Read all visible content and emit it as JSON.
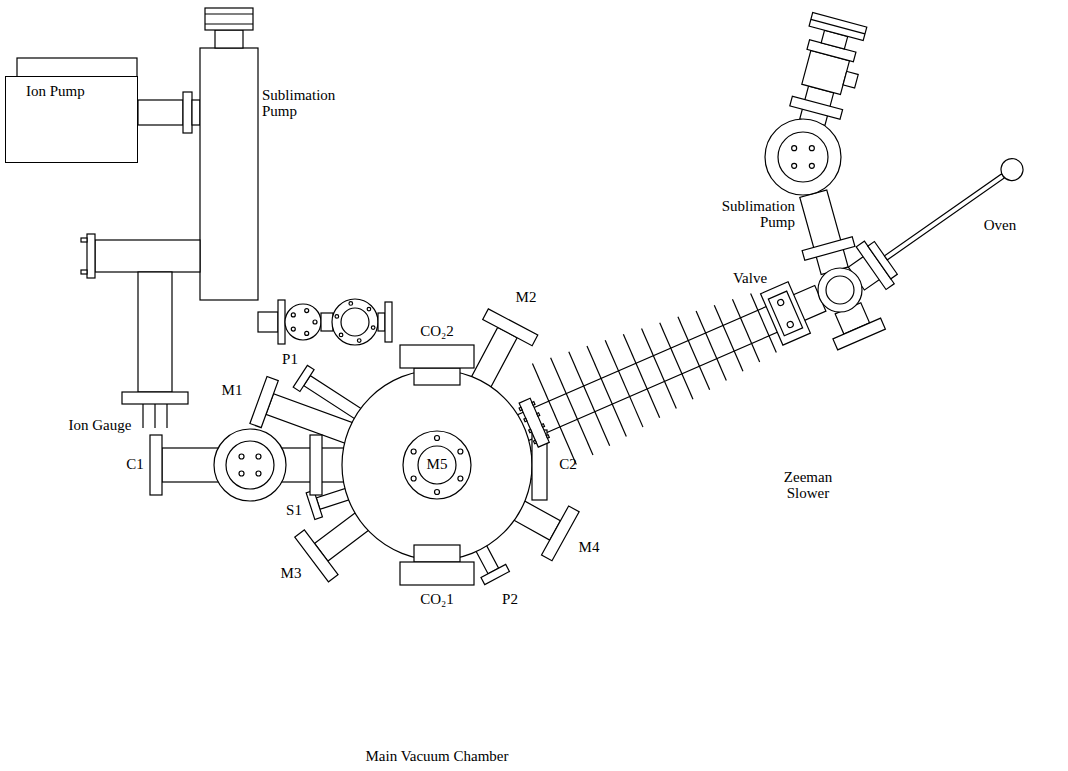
{
  "diagram": {
    "nodes": [
      {
        "text": [
          "Ion Pump"
        ]
      }
    ],
    "labels": [
      "Sublimation Pump",
      "Ion Gauge",
      "Sublimation Pump",
      "Oven",
      "Valve",
      "Zeeman Slower",
      "M2",
      "CO₂2",
      "P1",
      "M1",
      "C1",
      "M5",
      "C2",
      "S1",
      "M4",
      "M3",
      "CO₂1",
      "P2",
      "Main Vacuum Chamber"
    ]
  }
}
